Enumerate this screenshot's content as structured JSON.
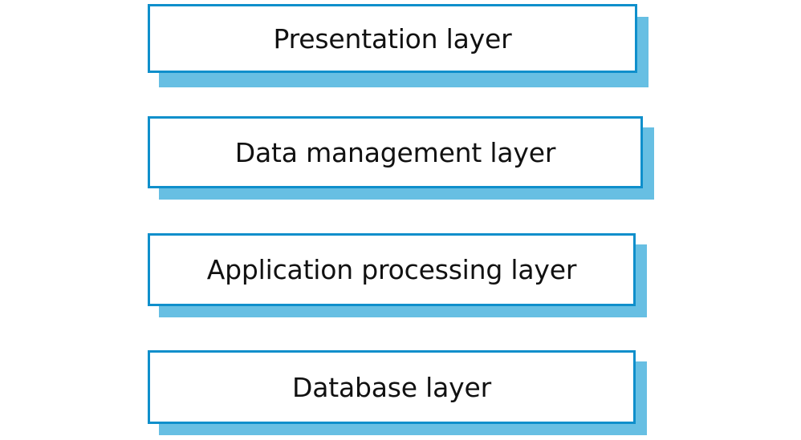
{
  "layers": [
    {
      "label": "Presentation layer"
    },
    {
      "label": "Data management layer"
    },
    {
      "label": "Application processing layer"
    },
    {
      "label": "Database layer"
    }
  ],
  "colors": {
    "border": "#0f8fcb",
    "shadow": "#67bfe3",
    "fill": "#ffffff",
    "text": "#111111"
  }
}
